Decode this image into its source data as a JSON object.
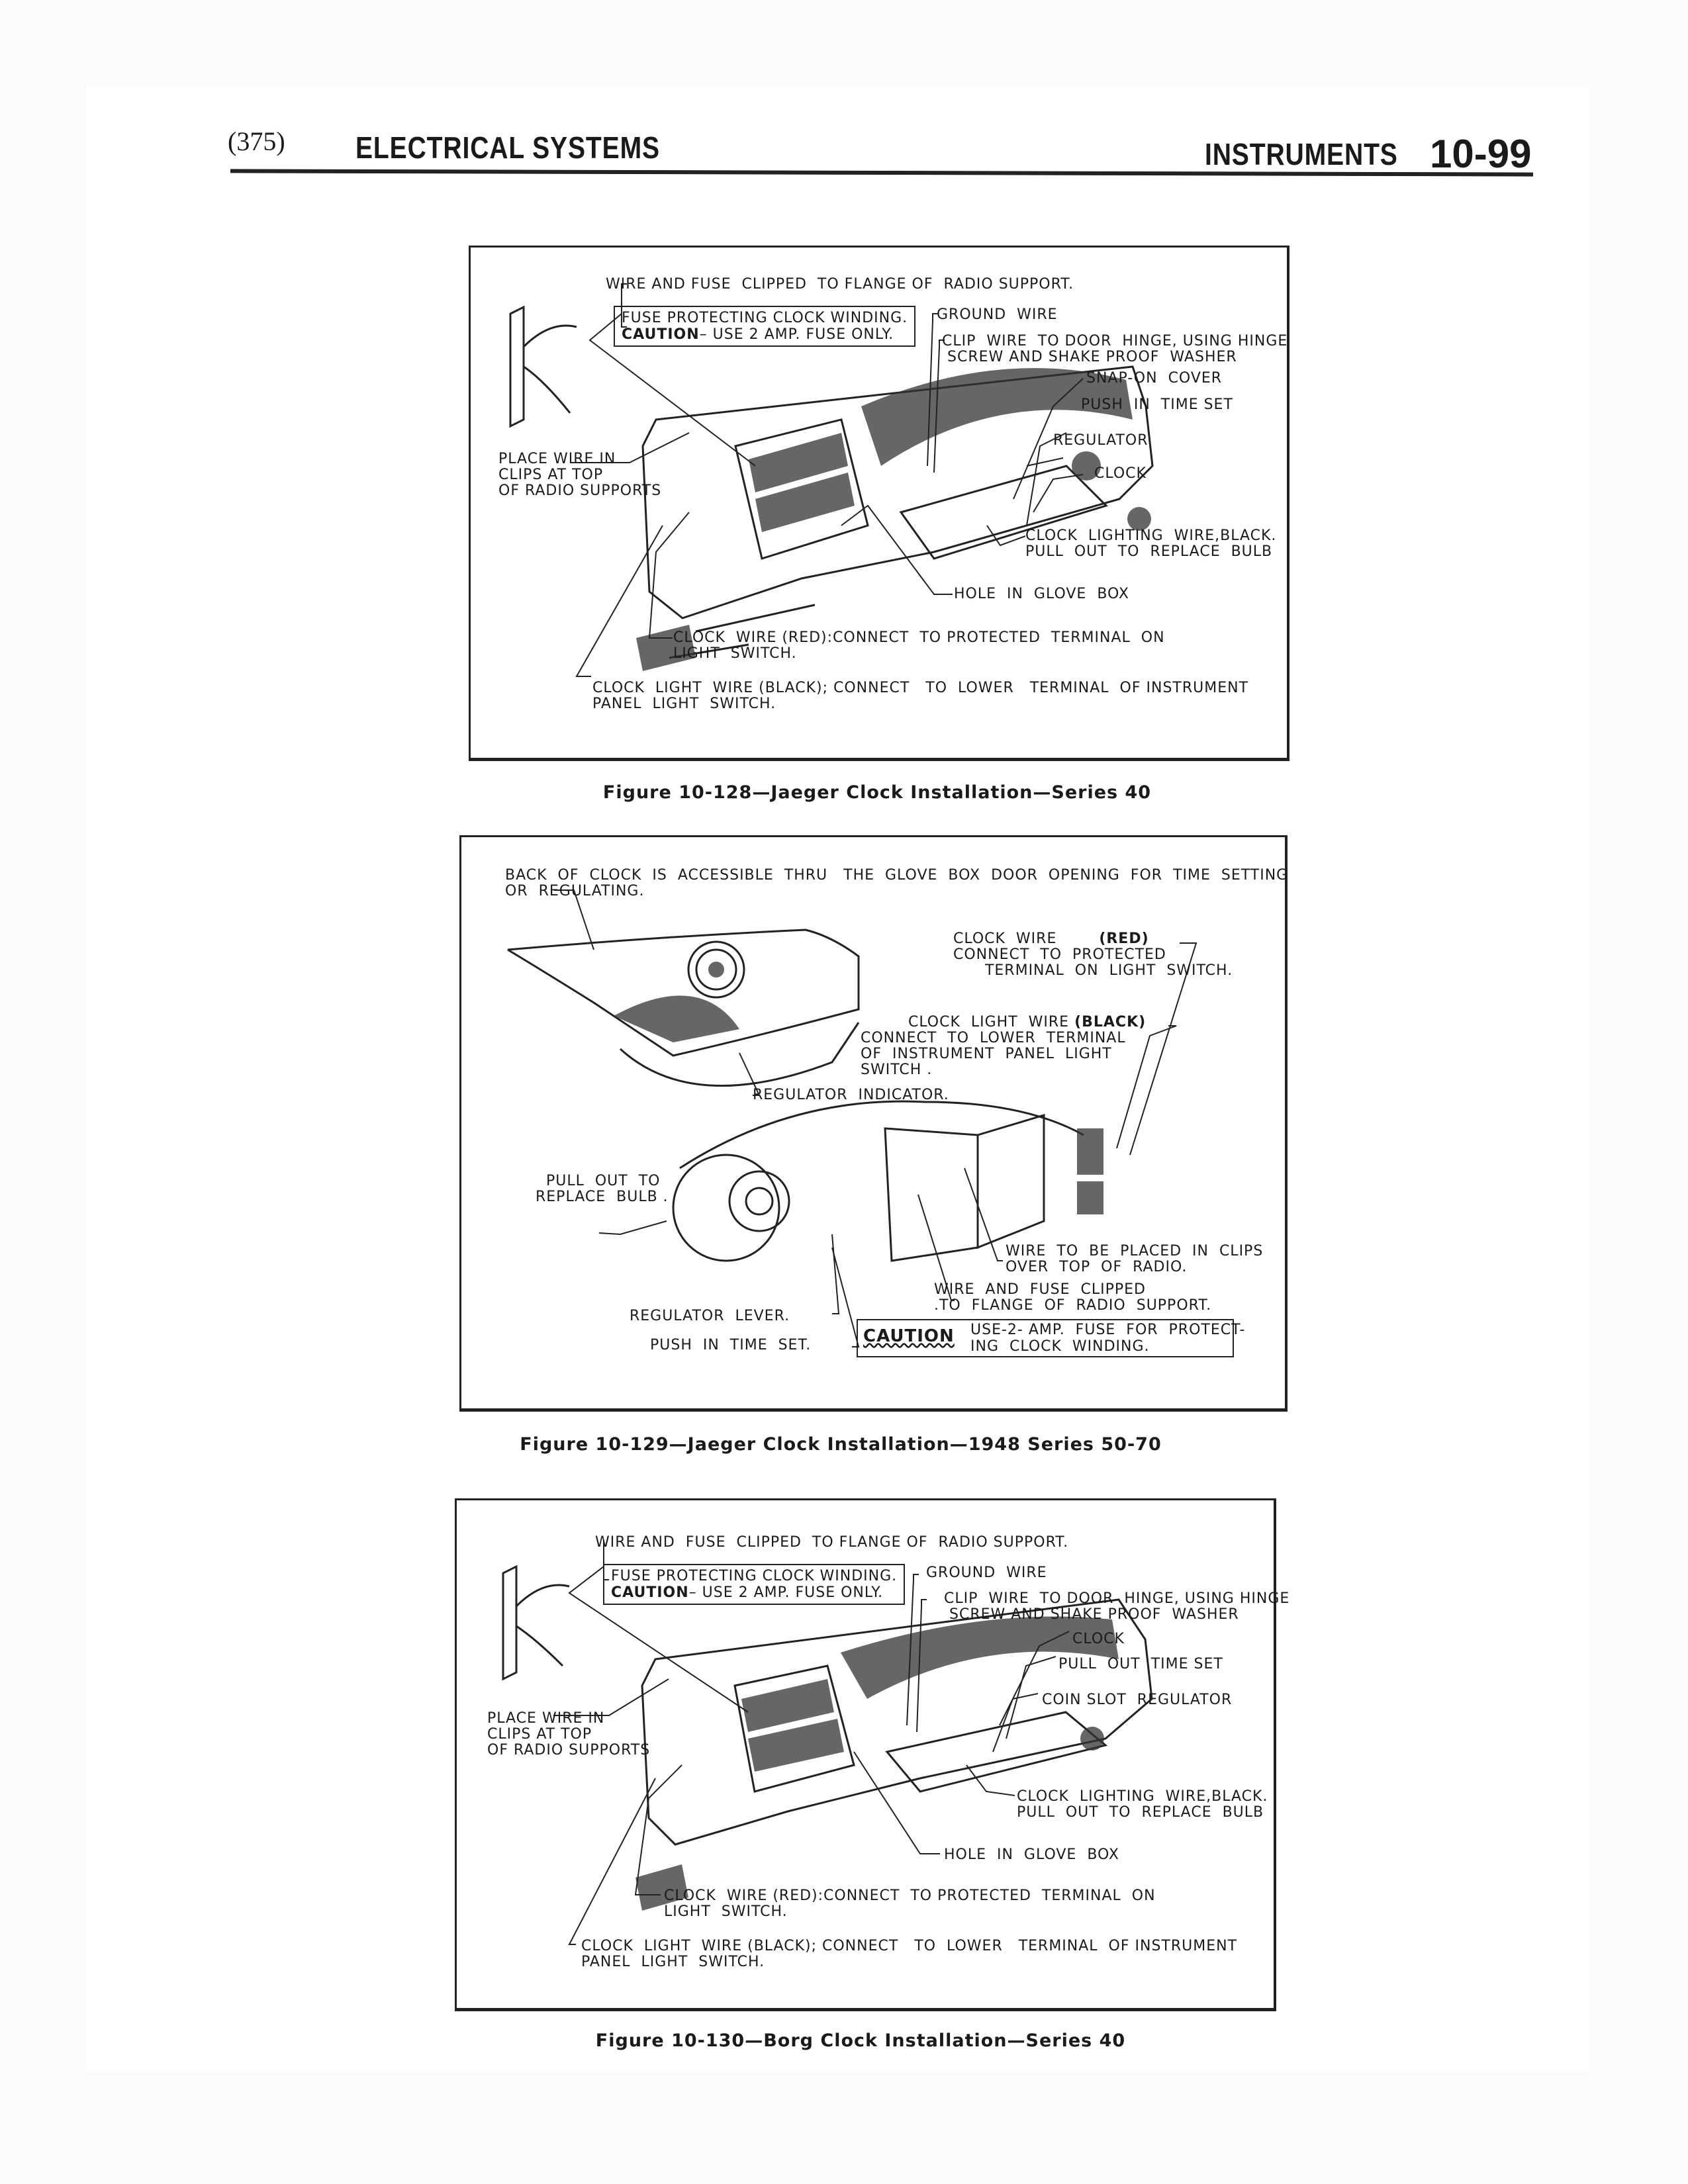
{
  "header": {
    "page_number": "(375)",
    "section": "ELECTRICAL SYSTEMS",
    "subsection": "INSTRUMENTS",
    "page_code": "10-99"
  },
  "figures": [
    {
      "caption": "Figure 10-128—Jaeger Clock Installation—Series 40",
      "labels": {
        "wire_fuse": "WIRE AND FUSE  CLIPPED  TO FLANGE OF  RADIO SUPPORT.",
        "fuse_box_line1": "FUSE PROTECTING CLOCK WINDING.",
        "fuse_box_caution": "CAUTION",
        "fuse_box_line2": "– USE 2 AMP. FUSE ONLY.",
        "ground_wire": "GROUND  WIRE",
        "clip_wire": "CLIP  WIRE  TO DOOR  HINGE, USING HINGE\n SCREW AND SHAKE PROOF  WASHER",
        "snap_on_cover": "SNAP-ON  COVER",
        "push_in_time_set": "PUSH  IN  TIME SET",
        "regulator": "REGULATOR",
        "clock": "CLOCK",
        "place_wire": "PLACE WIRE IN\nCLIPS AT TOP\nOF RADIO SUPPORTS",
        "clock_lighting_wire": "CLOCK  LIGHTING  WIRE,BLACK.\nPULL  OUT  TO  REPLACE  BULB",
        "hole_glove_box": "HOLE  IN  GLOVE  BOX",
        "clock_wire_red": "CLOCK  WIRE (RED):CONNECT  TO PROTECTED  TERMINAL  ON\nLIGHT  SWITCH.",
        "clock_light_wire_black": "CLOCK  LIGHT  WIRE (BLACK); CONNECT   TO  LOWER   TERMINAL  OF INSTRUMENT\nPANEL  LIGHT  SWITCH."
      }
    },
    {
      "caption": "Figure 10-129—Jaeger Clock Installation—1948 Series 50-70",
      "labels": {
        "back_of_clock": "BACK  OF  CLOCK  IS  ACCESSIBLE  THRU   THE  GLOVE  BOX  DOOR  OPENING  FOR  TIME  SETTING\nOR  REGULATING.",
        "clock_wire_red_title": "CLOCK  WIRE  ",
        "clock_wire_red_bold": "(RED)",
        "clock_wire_red_body": "CONNECT  TO  PROTECTED\n      TERMINAL  ON  LIGHT  SWITCH.",
        "clock_light_wire_title": "CLOCK  LIGHT  WIRE ",
        "clock_light_wire_bold": "(BLACK)",
        "clock_light_wire_body": "CONNECT  TO  LOWER  TERMINAL\nOF  INSTRUMENT  PANEL  LIGHT\nSWITCH .",
        "regulator_indicator": "REGULATOR  INDICATOR.",
        "pull_out": "  PULL  OUT  TO\nREPLACE  BULB .",
        "wire_in_clips": "WIRE  TO  BE  PLACED  IN  CLIPS\nOVER  TOP  OF  RADIO.",
        "wire_fuse": "WIRE  AND  FUSE  CLIPPED\n.TO  FLANGE  OF  RADIO  SUPPORT.",
        "regulator_lever": "REGULATOR  LEVER.",
        "push_in_time_set": "PUSH  IN  TIME  SET.",
        "caution_word": "CAUTION",
        "caution_text": "USE-2- AMP.  FUSE  FOR  PROTECT-\nING  CLOCK  WINDING."
      }
    },
    {
      "caption": "Figure 10-130—Borg Clock Installation—Series 40",
      "labels": {
        "wire_fuse": "WIRE AND  FUSE  CLIPPED  TO FLANGE OF  RADIO SUPPORT.",
        "fuse_box_line1": "FUSE PROTECTING CLOCK WINDING.",
        "fuse_box_caution": "CAUTION",
        "fuse_box_line2": "– USE 2 AMP. FUSE ONLY.",
        "ground_wire": "GROUND  WIRE",
        "clip_wire": "CLIP  WIRE  TO DOOR  HINGE, USING HINGE\n SCREW AND SHAKE PROOF  WASHER",
        "clock": "CLOCK",
        "pull_out_time_set": "PULL  OUT  TIME SET",
        "coin_slot_regulator": "COIN SLOT  REGULATOR",
        "place_wire": "PLACE WIRE IN\nCLIPS AT TOP\nOF RADIO SUPPORTS",
        "clock_lighting_wire": "CLOCK  LIGHTING  WIRE,BLACK.\nPULL  OUT  TO  REPLACE  BULB",
        "hole_glove_box": "HOLE  IN  GLOVE  BOX",
        "clock_wire_red": "CLOCK  WIRE (RED):CONNECT  TO PROTECTED  TERMINAL  ON\nLIGHT  SWITCH.",
        "clock_light_wire_black": "CLOCK  LIGHT  WIRE (BLACK); CONNECT   TO  LOWER   TERMINAL  OF INSTRUMENT\nPANEL  LIGHT  SWITCH."
      }
    }
  ]
}
